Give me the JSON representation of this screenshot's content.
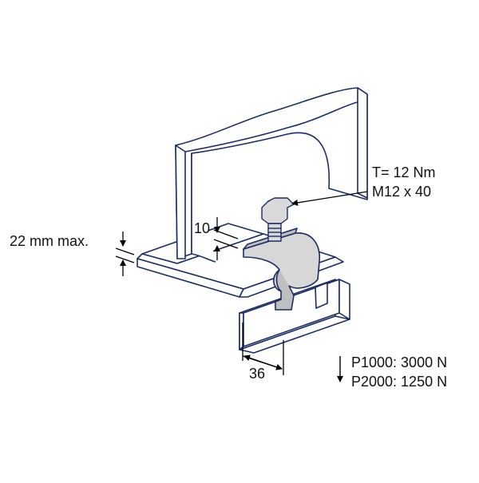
{
  "labels": {
    "torque": "T= 12 Nm",
    "bolt": "M12 x 40",
    "flange_max": "22 mm max.",
    "gap": "10",
    "channel_width": "36",
    "load_p1000": "P1000: 3000 N",
    "load_p2000": "P2000: 1250 N"
  },
  "colors": {
    "steel_outline": "#1b2d66",
    "steel_fill": "#ffffff",
    "bolt_fill": "#d9d9d9",
    "dimension": "#000000"
  }
}
